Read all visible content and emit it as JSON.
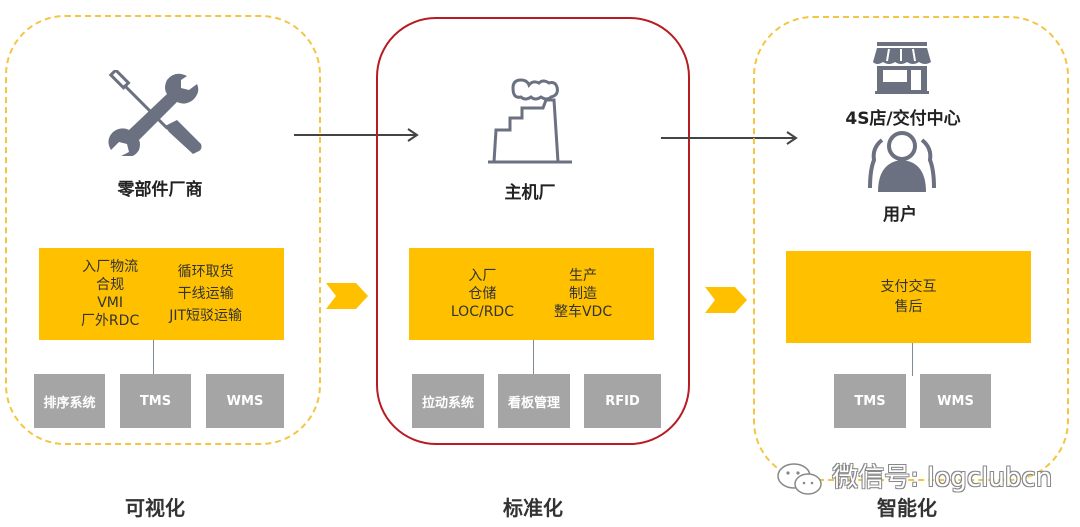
{
  "stages": [
    {
      "id": "supplier",
      "title": "可视化",
      "actors": [
        "零部件厂商"
      ],
      "process_columns": [
        [
          "入厂物流",
          "合规",
          "VMI",
          "厂外RDC"
        ],
        [
          "循环取货",
          "干线运输",
          "JIT短驳运输"
        ]
      ],
      "systems": [
        "排序系统",
        "TMS",
        "WMS"
      ],
      "icons": [
        "tools-icon"
      ]
    },
    {
      "id": "oem",
      "title": "标准化",
      "actors": [
        "主机厂"
      ],
      "process_columns": [
        [
          "入厂",
          "仓储",
          "LOC/RDC"
        ],
        [
          "生产",
          "制造",
          "整车VDC"
        ]
      ],
      "systems": [
        "拉动系统",
        "看板管理",
        "RFID"
      ],
      "icons": [
        "factory-icon"
      ]
    },
    {
      "id": "dealer",
      "title": "智能化",
      "actors": [
        "4S店/交付中心",
        "用户"
      ],
      "process_columns": [
        [
          "支付交互",
          "售后"
        ]
      ],
      "systems": [
        "TMS",
        "WMS"
      ],
      "icons": [
        "store-icon",
        "users-icon"
      ]
    }
  ],
  "colors": {
    "accent_yellow": "#ffc000",
    "frame_dashed": "#f4c542",
    "frame_highlight": "#b81c22",
    "system_gray": "#a5a5a5",
    "icon_gray": "#6b7180"
  },
  "watermark": "微信号: logclubcn"
}
